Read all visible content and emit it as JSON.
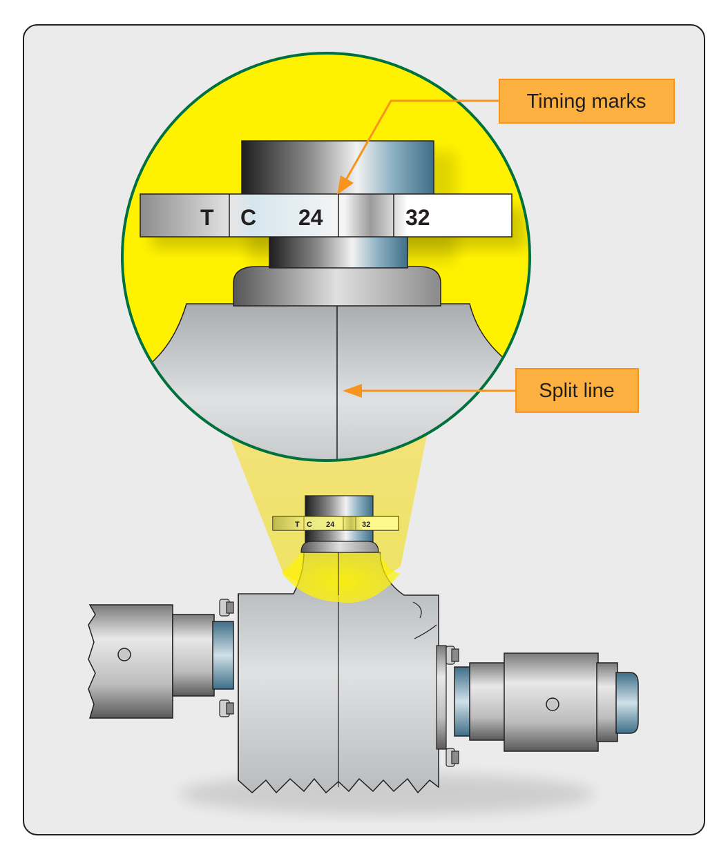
{
  "callouts": {
    "timing_marks": "Timing marks",
    "split_line": "Split line"
  },
  "magnified_marks": {
    "t": "T",
    "c": "C",
    "n24": "24",
    "n32": "32"
  },
  "small_marks": {
    "t": "T",
    "c": "C",
    "n24": "24",
    "n32": "32"
  },
  "colors": {
    "background": "#ebebeb",
    "magnifier_fill": "#fff200",
    "magnifier_border": "#00703c",
    "callout_fill": "#fbb040",
    "callout_border": "#f7941d",
    "leader_line": "#f7941d"
  }
}
